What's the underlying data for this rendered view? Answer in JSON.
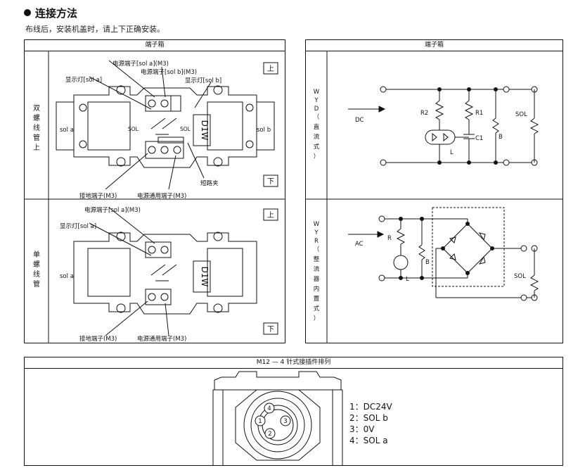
{
  "page": {
    "title": "连接方法",
    "subtitle": "布线后，安装机盖时，请上下正确安装。"
  },
  "terminal_panel": {
    "header": "端子箱",
    "double": {
      "side_label": [
        "双",
        "螺",
        "线",
        "管",
        "上"
      ],
      "top_button": "上",
      "bottom_button": "下",
      "labels": {
        "power_sol_a": "电源端子[sol a](M3)",
        "power_sol_b": "电源端子[sol b](M3)",
        "lamp_sol_a": "显示灯[sol a]",
        "lamp_sol_b": "显示灯[sol b]",
        "sol_a": "sol a",
        "sol_b": "sol b",
        "sol_left": "SOL",
        "sol_right": "SOL",
        "model": "D1W",
        "ground": "接地端子(M3)",
        "common": "电源通用端子(M3)",
        "short": "短路夹"
      }
    },
    "single": {
      "side_label": [
        "单",
        "螺",
        "线",
        "管"
      ],
      "top_button": "上",
      "bottom_button": "下",
      "labels": {
        "power_sol_a": "电源端子[sol a](M3)",
        "lamp_sol_a": "显示灯[sol a]",
        "sol_a": "sol a",
        "model": "D1W",
        "ground": "接地端子(M3)",
        "common": "电源通用端子(M3)"
      }
    }
  },
  "circuit_panel": {
    "header": "端子箱",
    "wyd": {
      "side_label": [
        "W",
        "Y",
        "D",
        "（",
        "直",
        "流",
        "式",
        "）"
      ],
      "input": "DC",
      "r2": "R2",
      "r1": "R1",
      "l": "L",
      "c1": "C1",
      "b": "B",
      "sol": "SOL"
    },
    "wyr": {
      "side_label": [
        "W",
        "Y",
        "R",
        "（",
        "整",
        "流",
        "器",
        "内",
        "置",
        "式",
        "）"
      ],
      "input": "AC",
      "r": "R",
      "l": "L",
      "b": "B",
      "sol": "SOL"
    }
  },
  "connector_panel": {
    "header": "M12 — 4 针式接插件排列",
    "pins": [
      "1",
      "2",
      "3",
      "4"
    ],
    "legend": [
      "1：DC24V",
      "2：SOL b",
      "3：0V",
      "4：SOL a"
    ]
  }
}
